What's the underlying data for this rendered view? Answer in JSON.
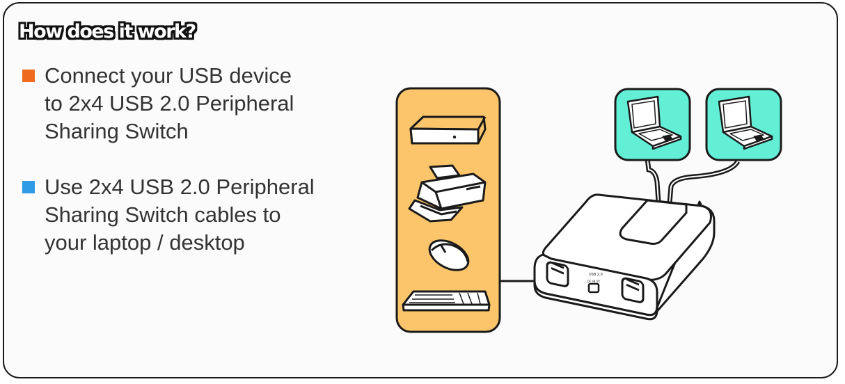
{
  "heading": "How does it work?",
  "bullets": [
    {
      "text": "Connect your USB device\nto 2x4 USB 2.0 Peripheral\nSharing Switch",
      "color": "#ef6a1c"
    },
    {
      "text": "Use 2x4 USB 2.0 Peripheral\nSharing Switch cables to\nyour laptop / desktop",
      "color": "#2f9be6"
    }
  ],
  "colors": {
    "device_panel": "#fcc56b",
    "computer_tile": "#62efd6",
    "outline": "#1a1a1a"
  },
  "devices": [
    "external-drive-icon",
    "printer-icon",
    "mouse-icon",
    "keyboard-icon"
  ],
  "computers": [
    "laptop-icon",
    "laptop-icon"
  ],
  "switch_labels": {
    "model": "USB 2.0",
    "power_port": "DC IN 5V"
  }
}
